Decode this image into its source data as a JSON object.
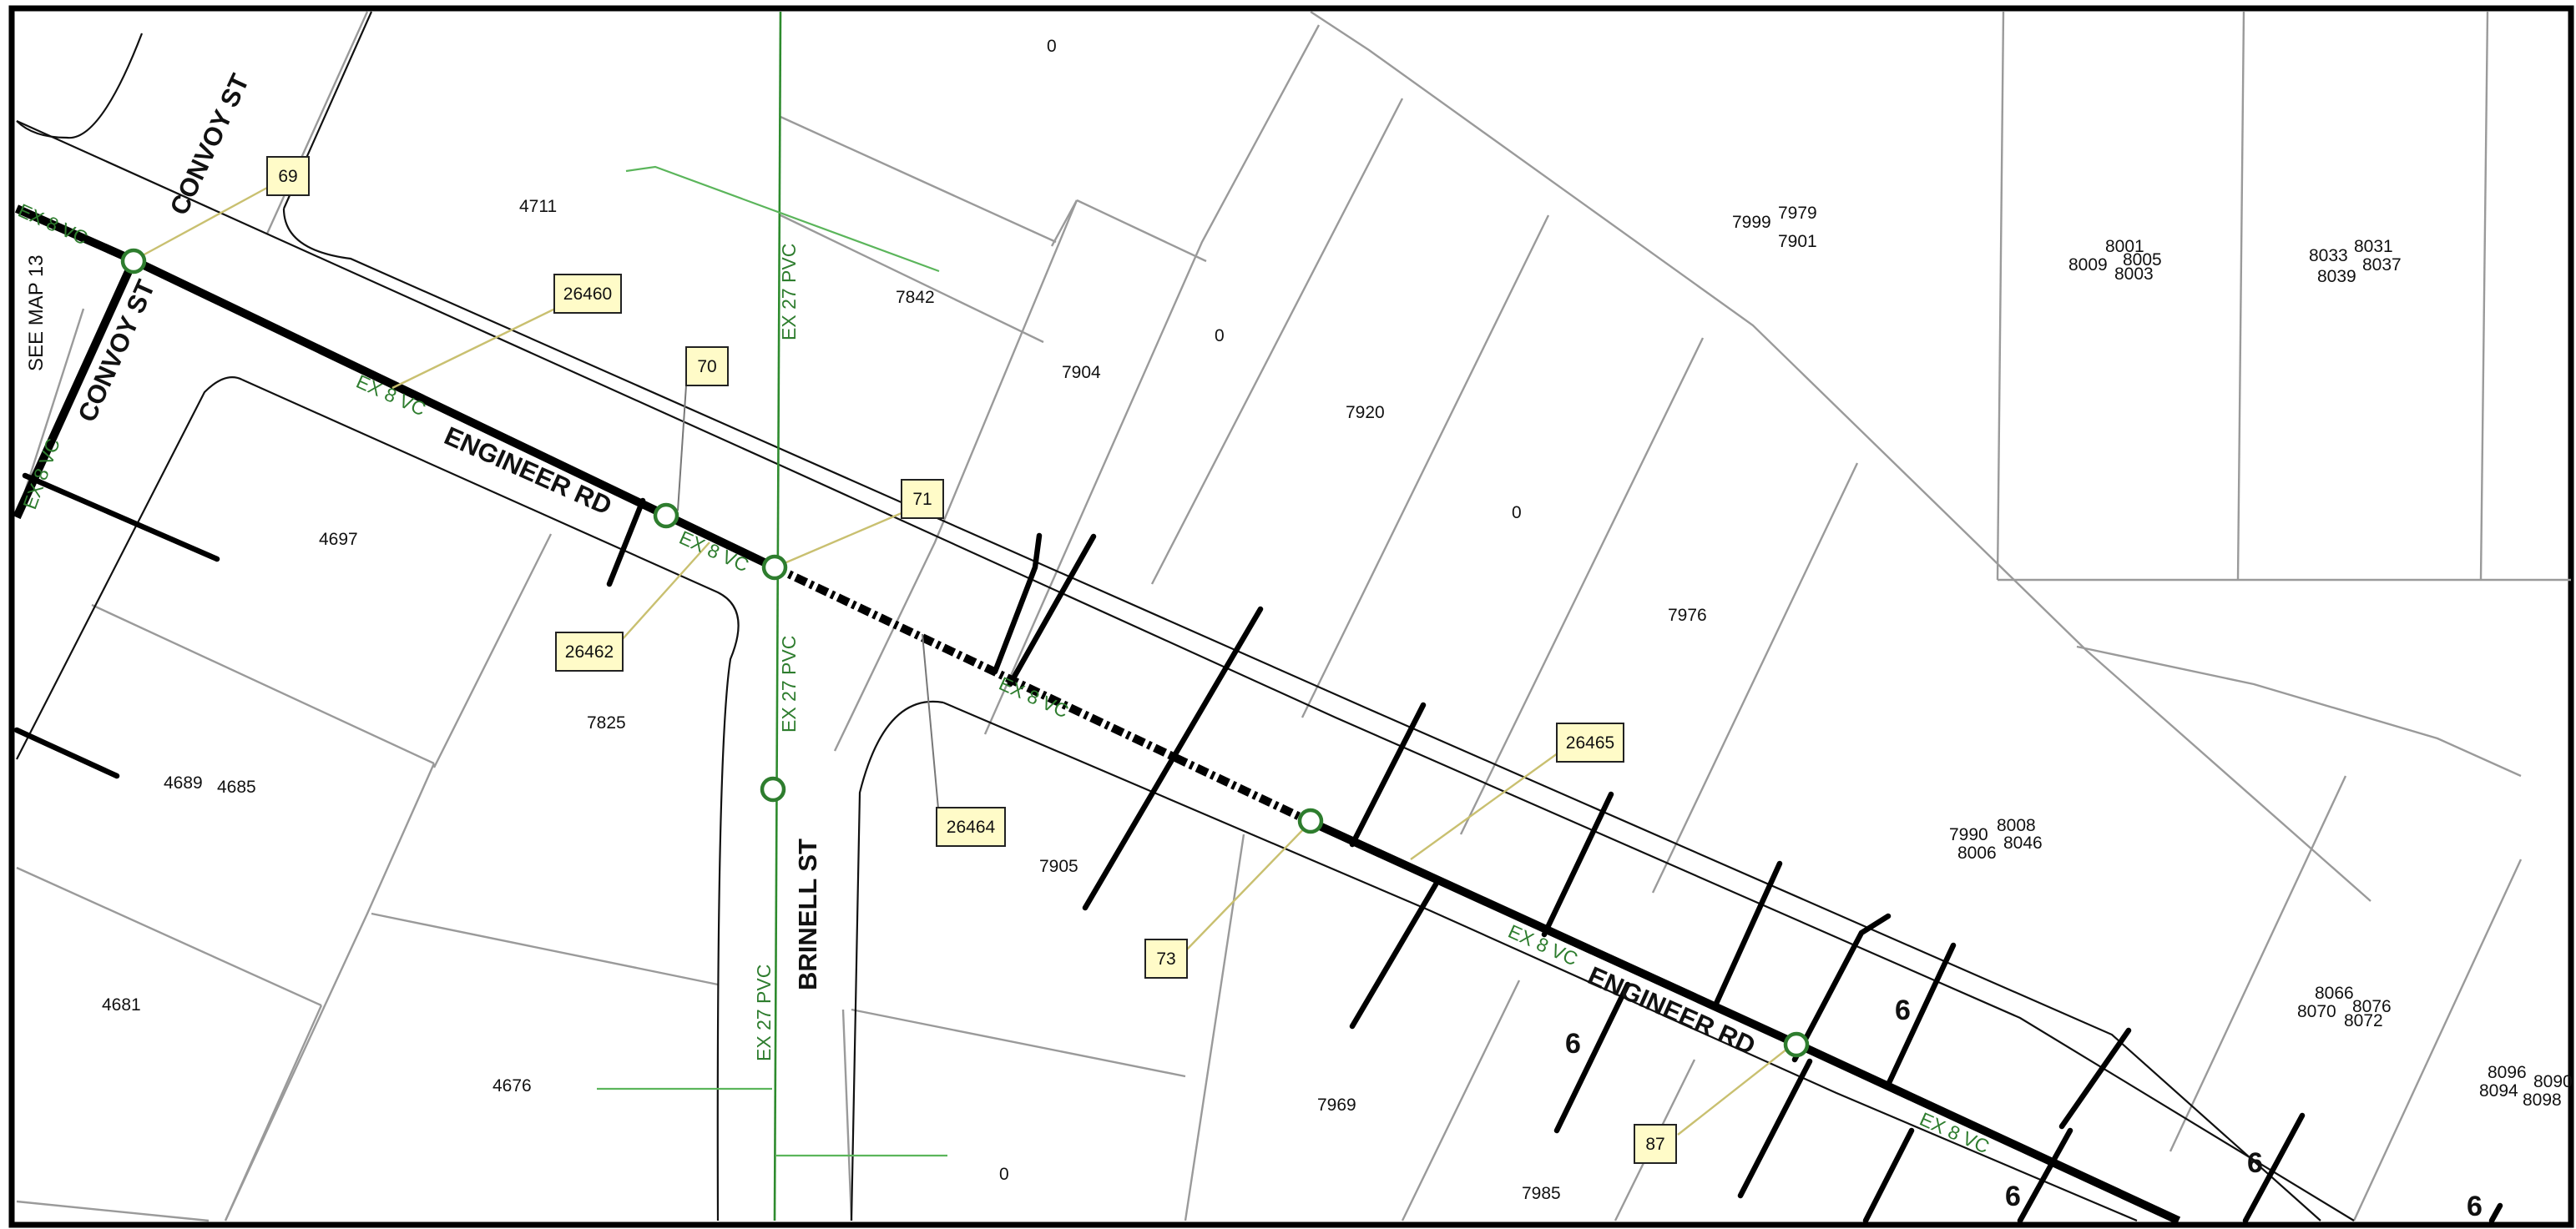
{
  "parcels": [
    "0",
    "4711",
    "7842",
    "7904",
    "0",
    "7920",
    "0",
    "7999",
    "7979",
    "7901",
    "8001",
    "8009",
    "8005",
    "8003",
    "8033",
    "8031",
    "8037",
    "8039",
    "4697",
    "7976",
    "7825",
    "4689",
    "4685",
    "7990",
    "8008",
    "8006",
    "8046",
    "7905",
    "4681",
    "8066",
    "8070",
    "8076",
    "8072",
    "4676",
    "7969",
    "8096",
    "8090",
    "8094",
    "8098",
    "0",
    "7985"
  ],
  "streets": {
    "convoy_top": "CONVOY ST",
    "convoy_left": "CONVOY ST",
    "engineer_1": "ENGINEER RD",
    "engineer_2": "ENGINEER RD",
    "brinell": "BRINELL ST"
  },
  "see_map": "SEE MAP 13",
  "pipes": {
    "ex8vc": "EX 8 VC",
    "ex27pvc": "EX 27 PVC"
  },
  "tags": [
    "69",
    "26460",
    "70",
    "71",
    "26462",
    "26464",
    "26465",
    "73",
    "87"
  ],
  "lateral_sizes": [
    "6",
    "6",
    "6",
    "6",
    "6"
  ],
  "colors": {
    "pipe_label": "#2e7d2e",
    "tag_fill": "#fffbc8",
    "manhole_stroke": "#2e7d2e",
    "parcel_line": "#9a9a9a"
  }
}
